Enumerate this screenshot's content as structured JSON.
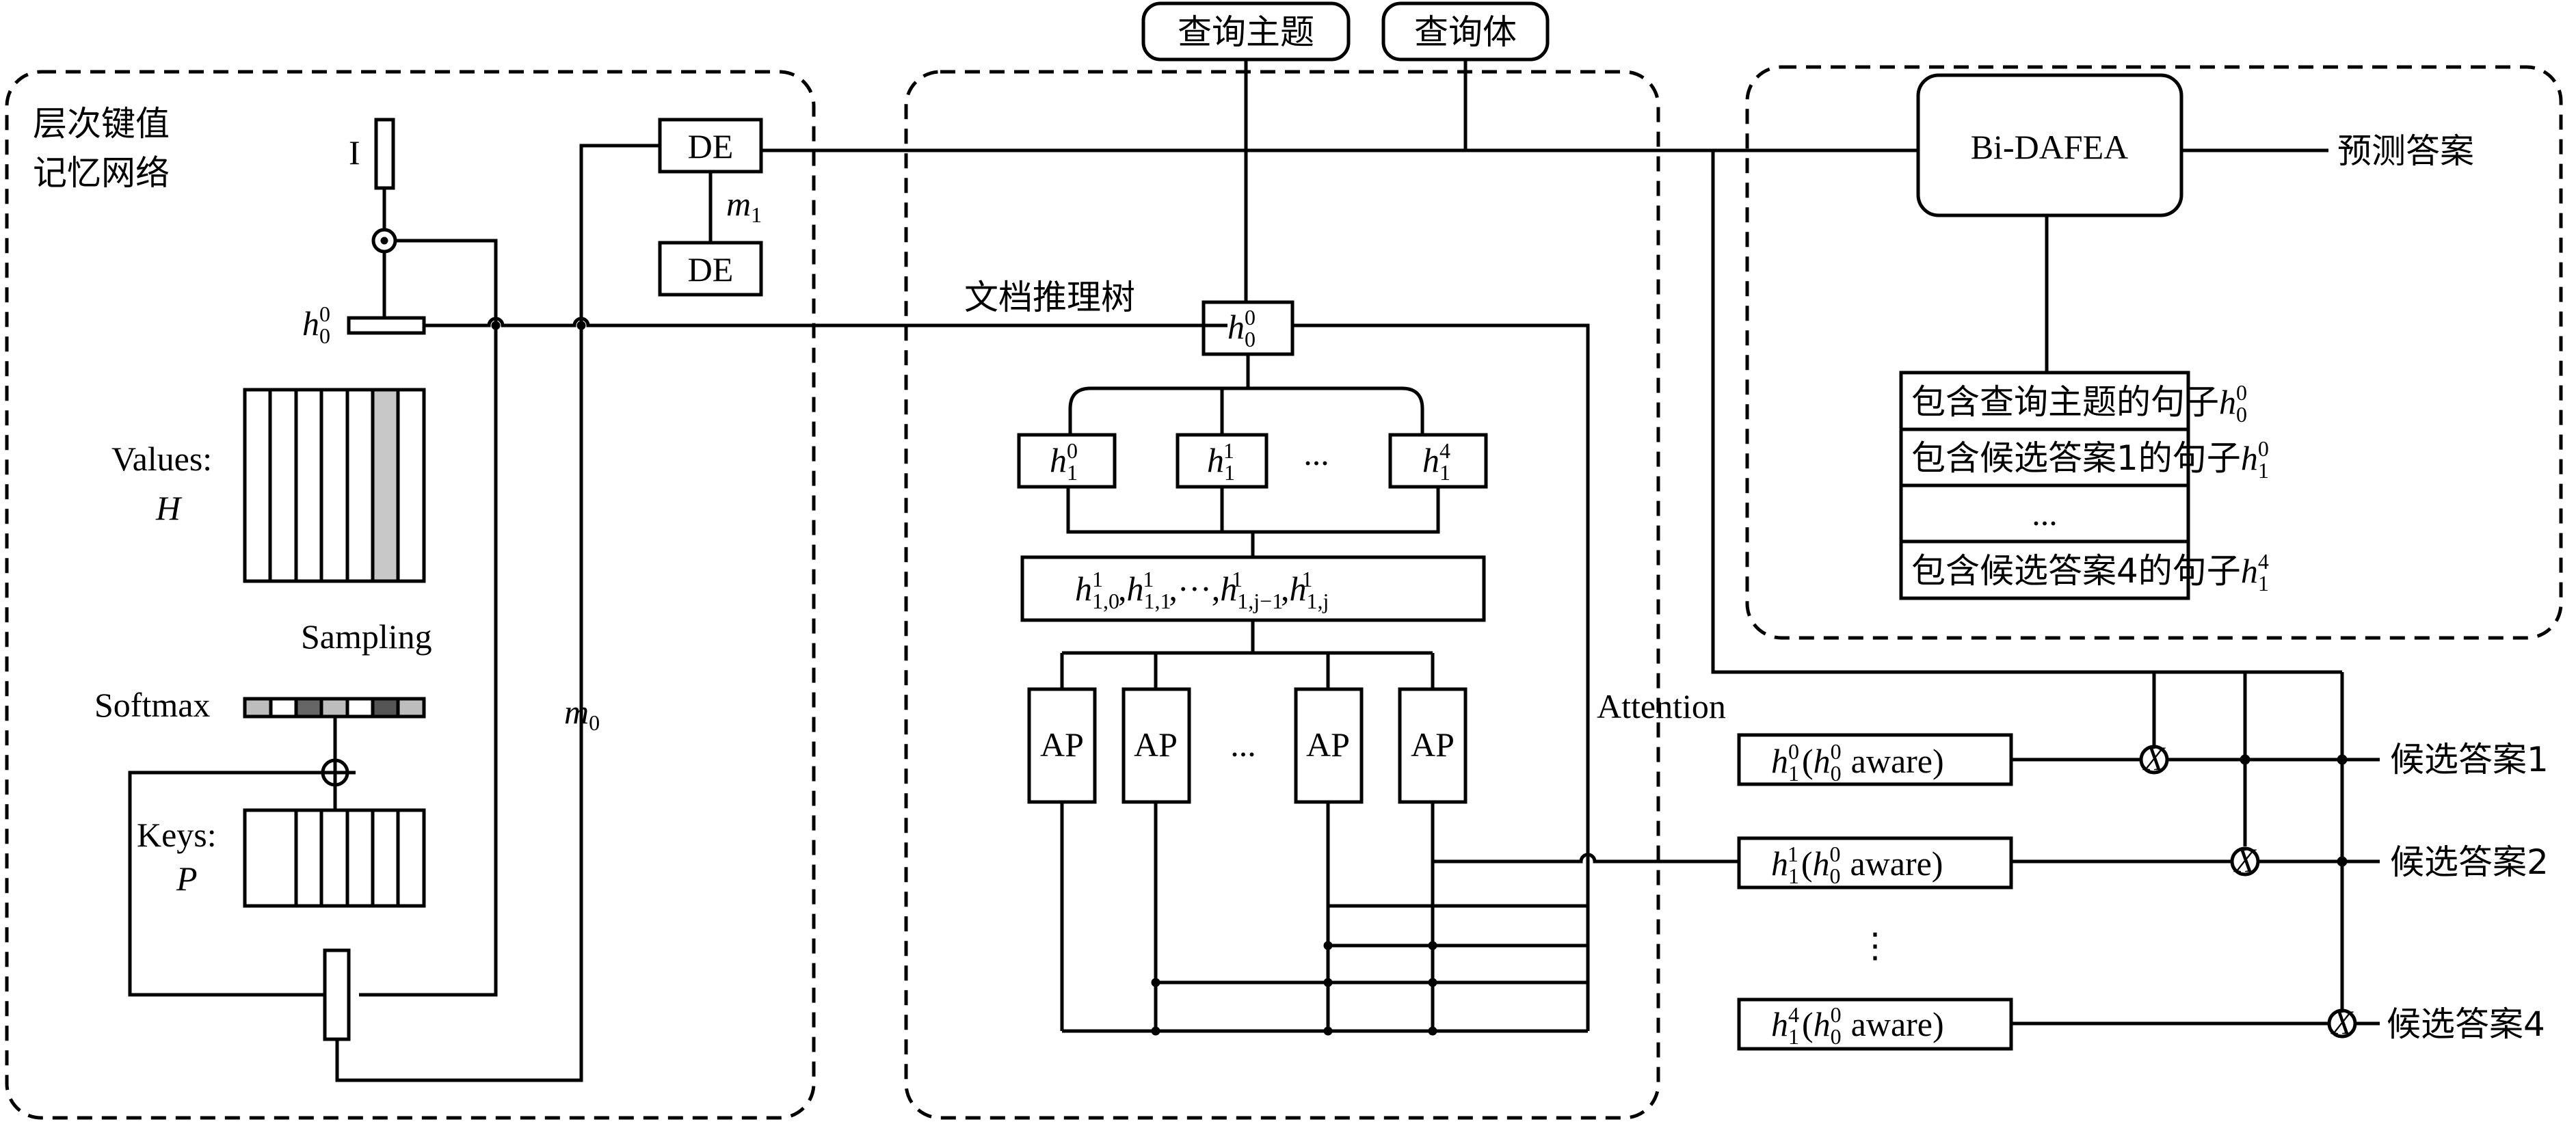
{
  "memory_network": {
    "title_line1": "层次键值",
    "title_line2": "记忆网络",
    "input_label": "I",
    "values_label": "Values:",
    "values_symbol": "H",
    "sampling_label": "Sampling",
    "softmax_label": "Softmax",
    "keys_label": "Keys:",
    "keys_symbol": "P",
    "m0_label": "m",
    "m0_sub": "0",
    "m1_label": "m",
    "m1_sub": "1",
    "de_top": "DE",
    "de_bottom": "DE"
  },
  "query": {
    "topic": "查询主题",
    "body": "查询体"
  },
  "reasoning_tree": {
    "title": "文档推理树",
    "ellipsis": "...",
    "ap_label": "AP",
    "attention_label": "Attention"
  },
  "bidafea": {
    "label": "Bi-DAFEA",
    "output": "预测答案",
    "list": [
      "包含查询主题的句子",
      "包含候选答案1的句子",
      "...",
      "包含候选答案4的句子"
    ]
  },
  "candidates": {
    "aware_text": "aware)",
    "vdots": "⋮",
    "x_symbol": "X",
    "labels": [
      "候选答案1",
      "候选答案2",
      "候选答案4"
    ]
  }
}
